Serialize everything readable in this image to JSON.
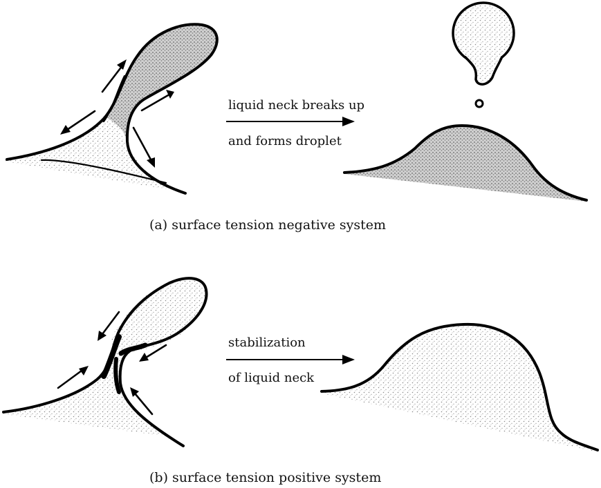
{
  "panel_a": {
    "arrow_label_line1": "liquid neck breaks up",
    "arrow_label_line2": "and forms droplet",
    "caption": "(a) surface tension negative system"
  },
  "panel_b": {
    "arrow_label_line1": "stabilization",
    "arrow_label_line2": "of liquid neck",
    "caption": "(b) surface tension positive system"
  },
  "colors": {
    "ink": "#000000",
    "shading": "#9a9a9a",
    "dark_shading": "#555555"
  }
}
